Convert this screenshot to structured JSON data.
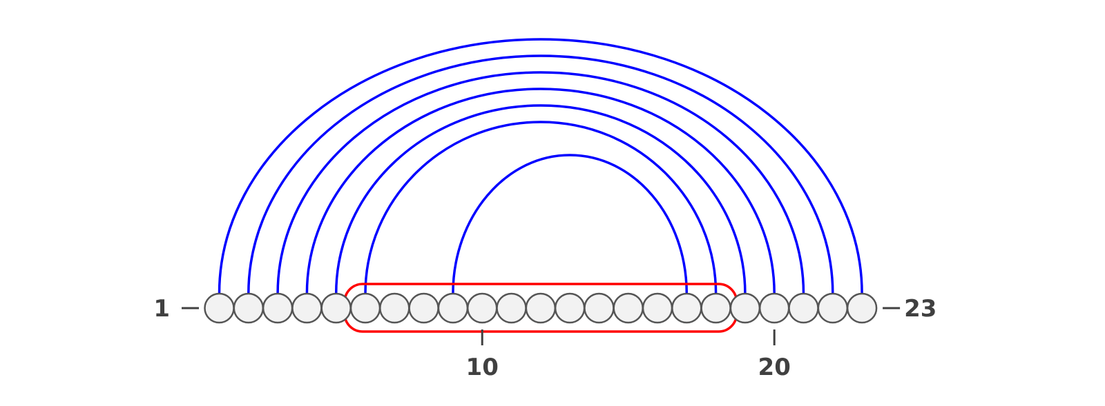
{
  "structure": {
    "length": 23,
    "pairs": [
      [
        1,
        23
      ],
      [
        2,
        22
      ],
      [
        3,
        21
      ],
      [
        4,
        20
      ],
      [
        5,
        19
      ],
      [
        6,
        18
      ],
      [
        9,
        17
      ]
    ],
    "highlight": {
      "start": 6,
      "end": 18
    },
    "end_labels": {
      "start": "1",
      "end": "23"
    },
    "position_ticks": [
      {
        "position": 10,
        "label": "10"
      },
      {
        "position": 20,
        "label": "20"
      }
    ]
  },
  "colors": {
    "arc": "#0000ff",
    "highlight": "#ff0000",
    "node_fill": "#f2f2f2",
    "node_stroke": "#555555",
    "label": "#404040"
  }
}
